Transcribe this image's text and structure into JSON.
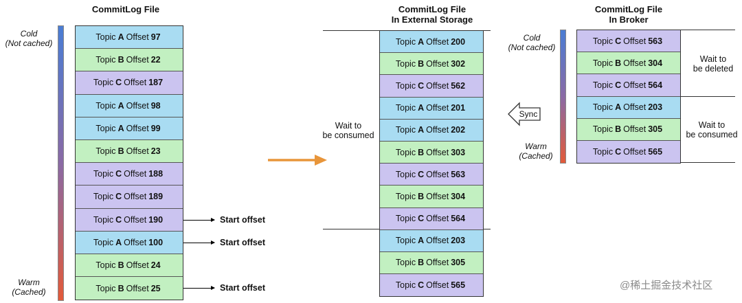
{
  "colors": {
    "A": "#a9dcf2",
    "B": "#c2f0c1",
    "C": "#cbc4f0",
    "accent_arrow": "#e8953a"
  },
  "left": {
    "title": "CommitLog File",
    "cold_label": [
      "Cold",
      "(Not cached)"
    ],
    "warm_label": [
      "Warm",
      "(Cached)"
    ],
    "rows": [
      {
        "topic": "A",
        "offset": "97"
      },
      {
        "topic": "B",
        "offset": "22"
      },
      {
        "topic": "C",
        "offset": "187"
      },
      {
        "topic": "A",
        "offset": "98"
      },
      {
        "topic": "A",
        "offset": "99"
      },
      {
        "topic": "B",
        "offset": "23"
      },
      {
        "topic": "C",
        "offset": "188"
      },
      {
        "topic": "C",
        "offset": "189"
      },
      {
        "topic": "C",
        "offset": "190"
      },
      {
        "topic": "A",
        "offset": "100"
      },
      {
        "topic": "B",
        "offset": "24"
      },
      {
        "topic": "B",
        "offset": "25"
      }
    ],
    "start_offset_label": "Start offset"
  },
  "middle": {
    "title": [
      "CommitLog File",
      "In External Storage"
    ],
    "wait_label": [
      "Wait to",
      "be consumed"
    ],
    "rows": [
      {
        "topic": "A",
        "offset": "200"
      },
      {
        "topic": "B",
        "offset": "302"
      },
      {
        "topic": "C",
        "offset": "562"
      },
      {
        "topic": "A",
        "offset": "201"
      },
      {
        "topic": "A",
        "offset": "202"
      },
      {
        "topic": "B",
        "offset": "303"
      },
      {
        "topic": "C",
        "offset": "563"
      },
      {
        "topic": "B",
        "offset": "304"
      },
      {
        "topic": "C",
        "offset": "564"
      },
      {
        "topic": "A",
        "offset": "203"
      },
      {
        "topic": "B",
        "offset": "305"
      },
      {
        "topic": "C",
        "offset": "565"
      }
    ]
  },
  "right": {
    "title": [
      "CommitLog File",
      "In Broker"
    ],
    "cold_label": [
      "Cold",
      "(Not cached)"
    ],
    "warm_label": [
      "Warm",
      "(Cached)"
    ],
    "sync_label": "Sync",
    "wait_deleted": [
      "Wait to",
      "be deleted"
    ],
    "wait_consumed": [
      "Wait to",
      "be consumed"
    ],
    "rows": [
      {
        "topic": "C",
        "offset": "563"
      },
      {
        "topic": "B",
        "offset": "304"
      },
      {
        "topic": "C",
        "offset": "564"
      },
      {
        "topic": "A",
        "offset": "203"
      },
      {
        "topic": "B",
        "offset": "305"
      },
      {
        "topic": "C",
        "offset": "565"
      }
    ]
  },
  "cell_prefix": "Topic",
  "cell_mid": "Offset",
  "watermark": "@稀土掘金技术社区"
}
